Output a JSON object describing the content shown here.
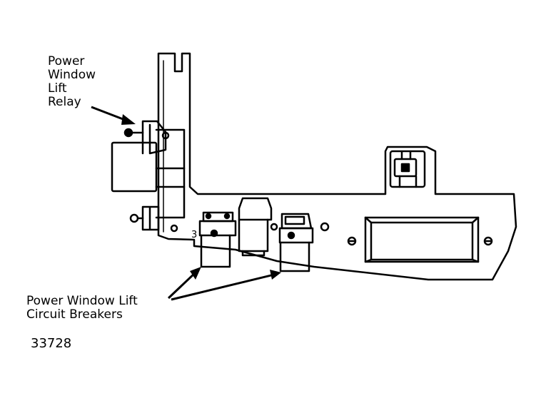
{
  "callouts": {
    "relay": [
      "Power",
      "Window",
      "Lift",
      "Relay"
    ],
    "breakers": [
      "Power Window Lift",
      "Circuit Breakers"
    ]
  },
  "figure_number": "33728",
  "colors": {
    "line": "#000000",
    "background": "#ffffff"
  }
}
